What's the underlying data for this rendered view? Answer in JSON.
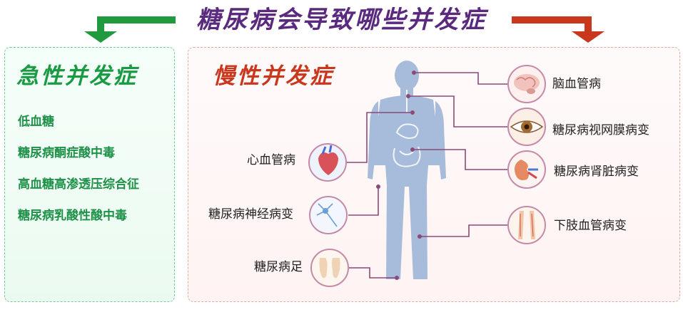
{
  "title": "糖尿病会导致哪些并发症",
  "colors": {
    "title": "#5a2a7e",
    "acute": "#1a9a43",
    "chronic": "#c9371c",
    "connector": "#8b4a79",
    "body": "#9db3d3"
  },
  "acute": {
    "heading": "急性并发症",
    "items": [
      "低血糖",
      "糖尿病酮症酸中毒",
      "高血糖高渗透压综合征",
      "糖尿病乳酸性酸中毒"
    ]
  },
  "chronic": {
    "heading": "慢性并发症",
    "left": [
      {
        "label": "心血管病",
        "icon": "heart-icon"
      },
      {
        "label": "糖尿病神经病变",
        "icon": "neuron-icon"
      },
      {
        "label": "糖尿病足",
        "icon": "feet-icon"
      }
    ],
    "right": [
      {
        "label": "脑血管病",
        "icon": "brain-icon"
      },
      {
        "label": "糖尿病视网膜病变",
        "icon": "eye-icon"
      },
      {
        "label": "糖尿病肾脏病变",
        "icon": "kidney-icon"
      },
      {
        "label": "下肢血管病变",
        "icon": "legs-icon"
      }
    ]
  }
}
